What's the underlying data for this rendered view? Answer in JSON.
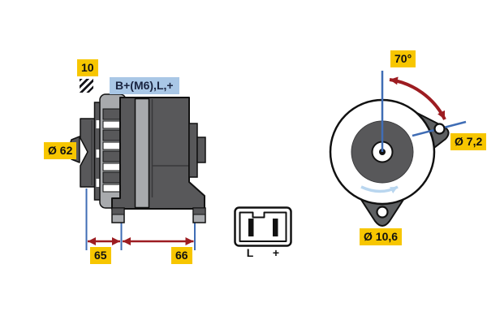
{
  "colors": {
    "background": "#ffffff",
    "label_bg": "#f7c600",
    "label_text": "#111111",
    "terminal_label_bg": "#a9c7e6",
    "terminal_label_text": "#1a2440",
    "dimension_blue": "#3f6db5",
    "arrow_red": "#9d1c21",
    "body_dark_gray": "#58585a",
    "ear_gray": "#5d5f61",
    "body_light_gray": "#a8aaad",
    "rotation_arrow_blue": "#b9d6ef",
    "outline_black": "#111111"
  },
  "side_view": {
    "belt_width": "10",
    "belt_profile_icon": "diagonal-hatch",
    "terminals": "B+(M6),L,+",
    "pulley_diameter": "Ø 62",
    "dim_pulley_to_front_foot": "65",
    "dim_front_to_rear_foot": "66"
  },
  "connector": {
    "pin_left": "L",
    "pin_right": "+"
  },
  "front_view": {
    "mounting_angle": "70°",
    "lug_hole_diameter": "Ø 7,2",
    "bottom_lug_hole_diameter": "Ø 10,6",
    "rotation_icon": "clockwise-rotation-arrow"
  }
}
